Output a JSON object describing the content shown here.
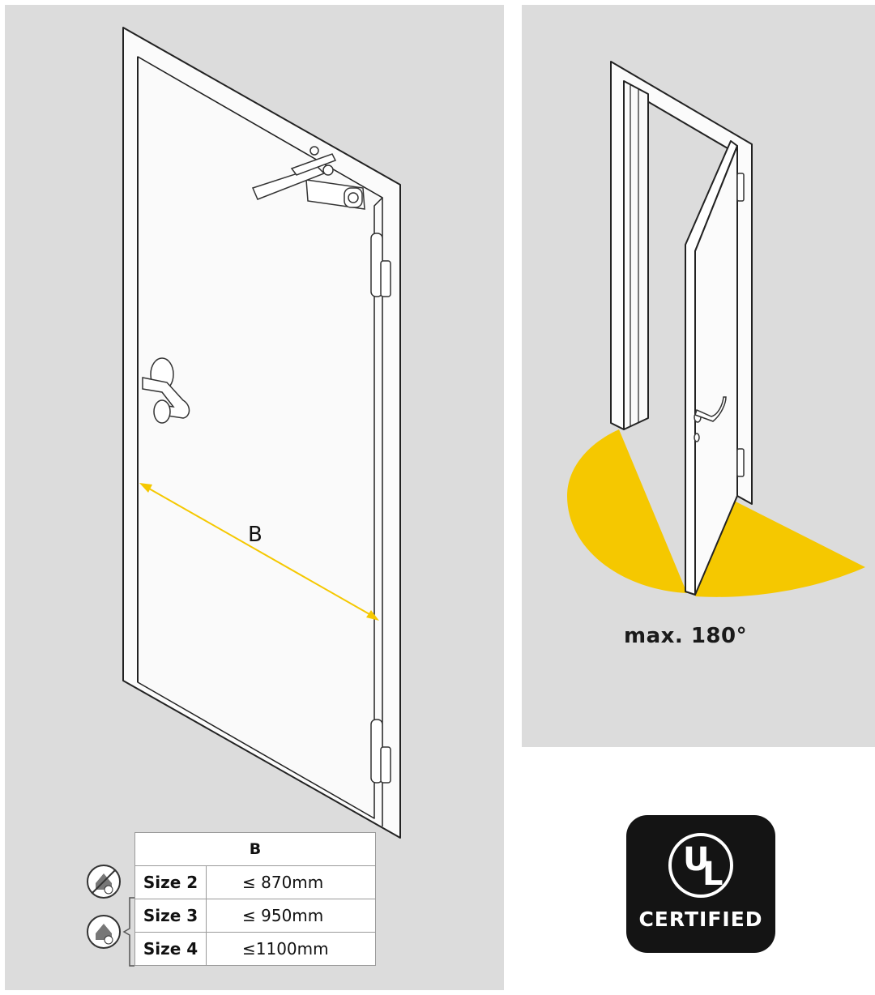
{
  "diagram": {
    "dimension_label": "B",
    "opening_label": "max. 180°",
    "accent_color": "#f5c800"
  },
  "size_table": {
    "header": "B",
    "rows": [
      {
        "size": "Size 2",
        "value": "≤  870mm"
      },
      {
        "size": "Size 3",
        "value": "≤  950mm"
      },
      {
        "size": "Size 4",
        "value": "≤1100mm"
      }
    ],
    "icons": [
      "non-fire-door-icon",
      "fire-door-icon"
    ]
  },
  "badge": {
    "mark_u": "U",
    "mark_l": "L",
    "text": "CERTIFIED"
  }
}
